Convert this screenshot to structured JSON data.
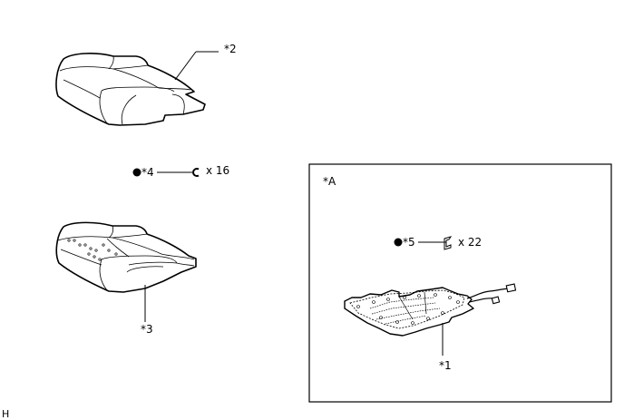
{
  "callouts": {
    "seat_cover": "*2",
    "hog_ring": "*4",
    "hog_ring_qty": "x 16",
    "seat_pad": "*3",
    "detail_box": "*A",
    "clip": "*5",
    "clip_qty": "x 22",
    "heater": "*1"
  },
  "corner_mark": "H",
  "icons": {
    "hog_ring": "c-ring-icon",
    "clip": "clip-icon",
    "bullet": "filled-dot-icon"
  }
}
